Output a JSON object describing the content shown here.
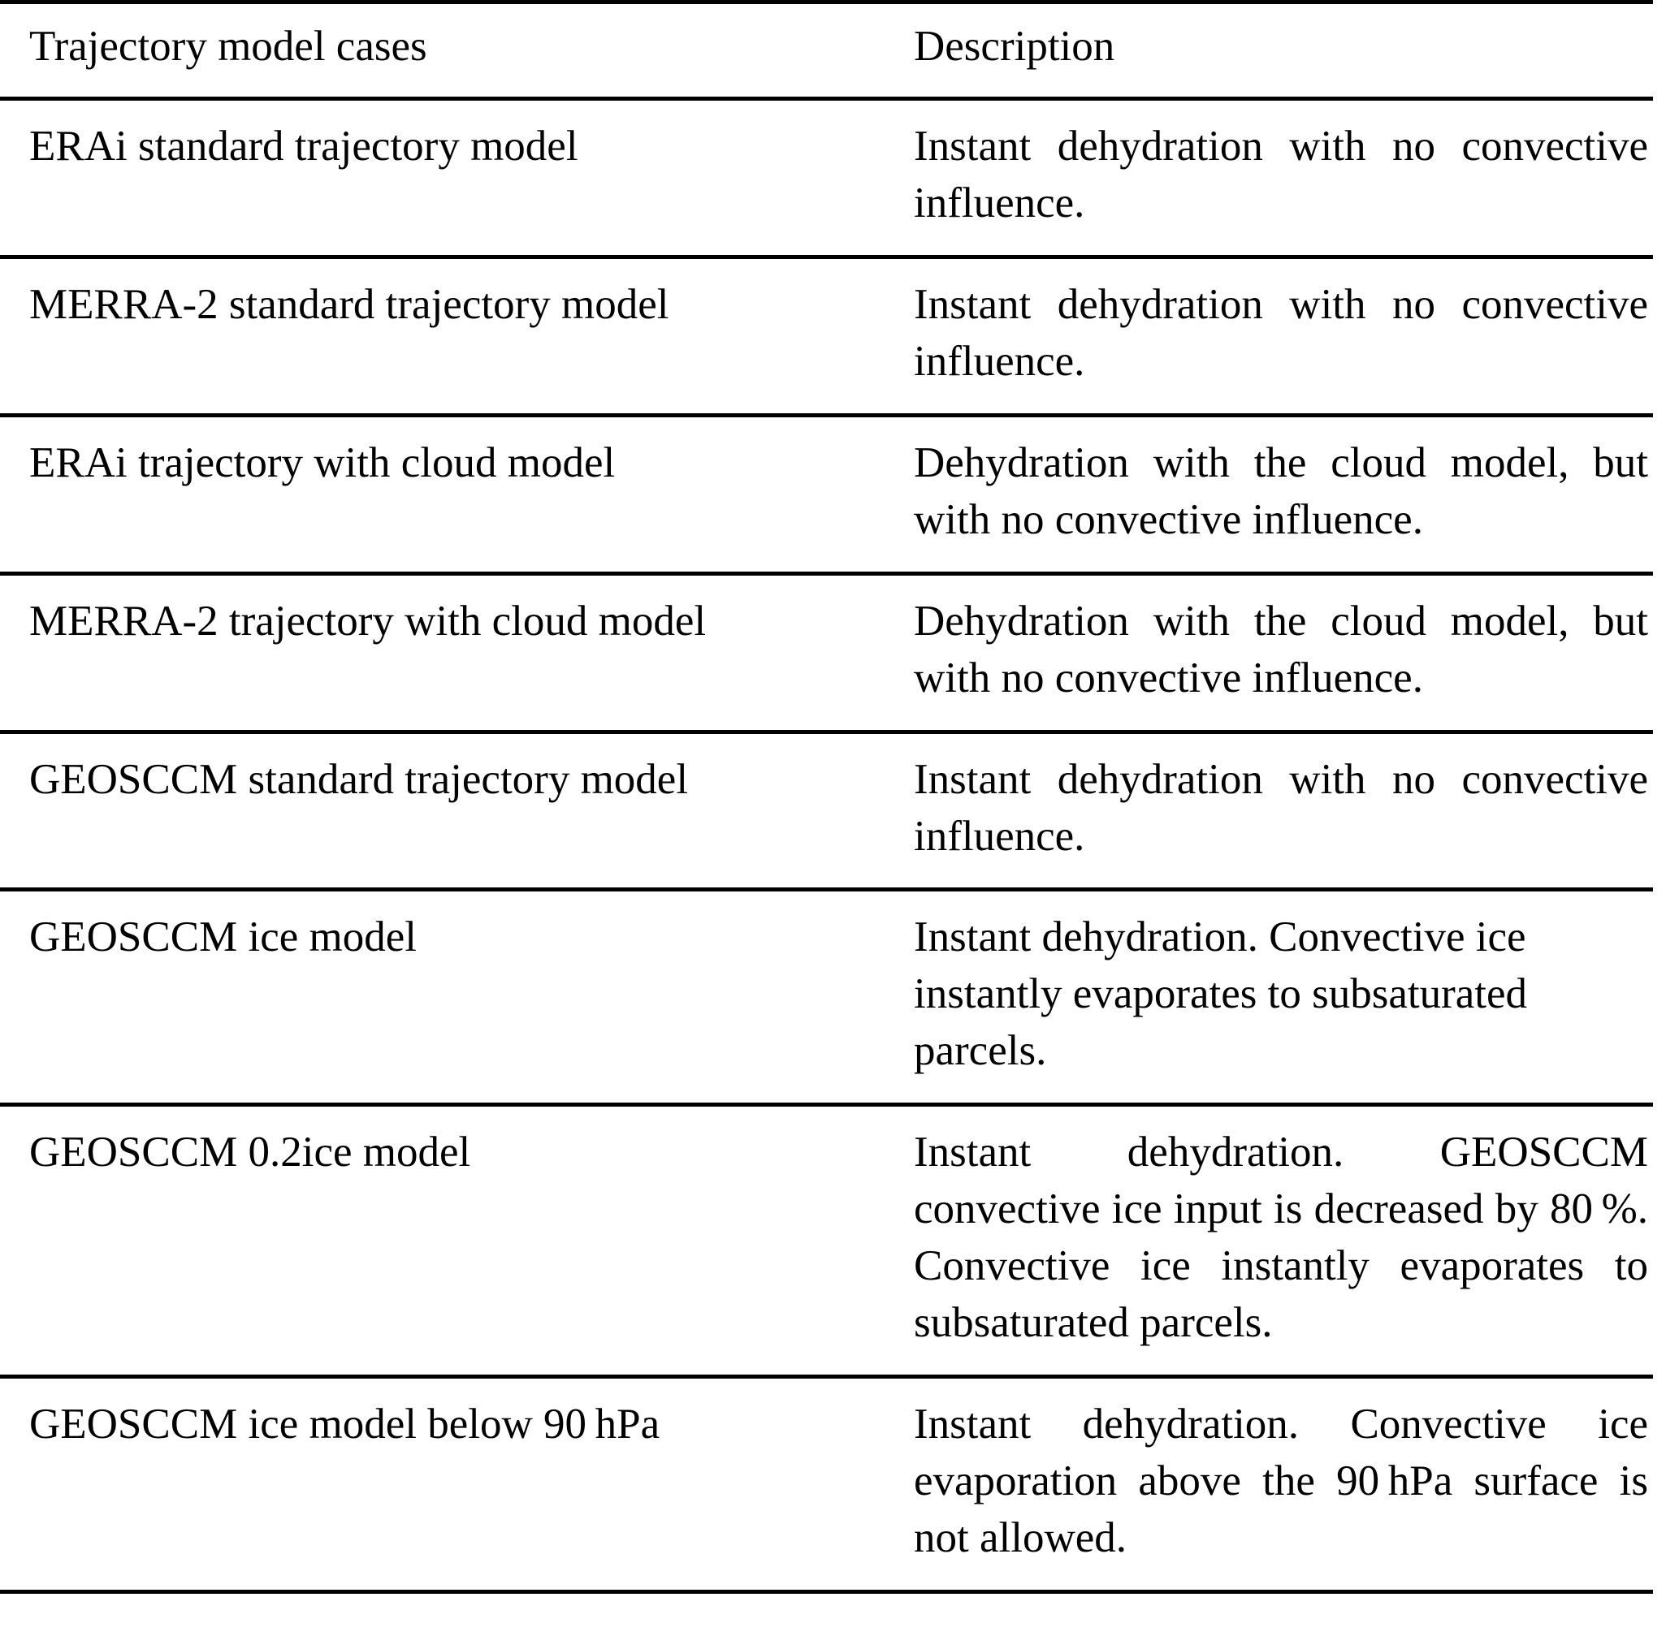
{
  "table": {
    "columns": [
      {
        "key": "case",
        "header": "Trajectory model cases"
      },
      {
        "key": "description",
        "header": "Description"
      }
    ],
    "rows": [
      {
        "case": "ERAi standard trajectory model",
        "description": "Instant dehydration with no convective influence."
      },
      {
        "case": "MERRA-2 standard trajectory model",
        "description": "Instant dehydration with no convective influence."
      },
      {
        "case": "ERAi trajectory with cloud model",
        "description": "Dehydration with the cloud model, but with no convective influence."
      },
      {
        "case": "MERRA-2 trajectory with cloud model",
        "description": "Dehydration with the cloud model, but with no convective influence."
      },
      {
        "case": "GEOSCCM standard trajectory model",
        "description": "Instant dehydration with no convective influence."
      },
      {
        "case": "GEOSCCM ice model",
        "description": "Instant dehydration. Convective ice instantly evaporates to subsaturated parcels."
      },
      {
        "case": "GEOSCCM 0.2ice model",
        "description": "Instant dehydration. GEOSCCM convective ice input is decreased by 80 %. Convective ice instantly evaporates to subsaturated parcels."
      },
      {
        "case": "GEOSCCM ice model below 90 hPa",
        "description": "Instant dehydration. Convective ice evaporation above the 90 hPa surface is not allowed."
      }
    ]
  },
  "style": {
    "rule_color": "#000000",
    "text_color": "#000000",
    "background": "#ffffff"
  }
}
